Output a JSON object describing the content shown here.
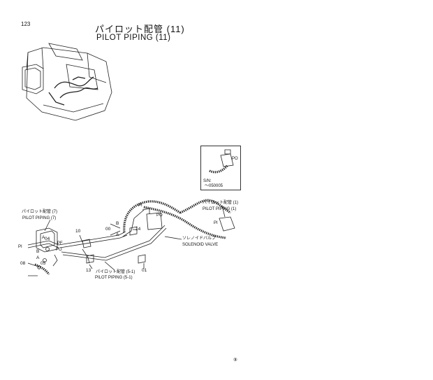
{
  "page": {
    "number": "123",
    "footer_mark": "⑨"
  },
  "title": {
    "japanese": "パイロット配管 (11)",
    "english": "PILOT PIPING (11)"
  },
  "inset": {
    "serial_label": "S/N:",
    "serial_value": "～050005"
  },
  "callouts": [
    {
      "id": "left-ref-jp",
      "text": "パイロット配管 (7)"
    },
    {
      "id": "left-ref-en",
      "text": "PILOT PIPING (7)"
    },
    {
      "id": "right-ref-jp",
      "text": "パイロット配管 (1)"
    },
    {
      "id": "right-ref-en",
      "text": "PILOT PIPING (1)"
    },
    {
      "id": "bottom-ref-jp",
      "text": "パイロット配管 (5-1)"
    },
    {
      "id": "bottom-ref-en",
      "text": "PILOT PIPING (5-1)"
    },
    {
      "id": "valve-jp",
      "text": "ソレノイドバルブ"
    },
    {
      "id": "valve-en",
      "text": "SOLENOID VALVE"
    }
  ],
  "part_numbers": [
    {
      "id": "n10",
      "text": "10"
    },
    {
      "id": "n14",
      "text": "14"
    },
    {
      "id": "n00",
      "text": "00"
    },
    {
      "id": "n04",
      "text": "04"
    },
    {
      "id": "n08",
      "text": "08"
    },
    {
      "id": "n05",
      "text": "05"
    },
    {
      "id": "n13",
      "text": "13"
    },
    {
      "id": "n01",
      "text": "01"
    }
  ],
  "connector_labels": [
    {
      "id": "B-top",
      "text": "B"
    },
    {
      "id": "A-top",
      "text": "A"
    },
    {
      "id": "A-left",
      "text": "A"
    },
    {
      "id": "B-left",
      "text": "B"
    },
    {
      "id": "A-left2",
      "text": "A"
    },
    {
      "id": "PI-left",
      "text": "PI"
    },
    {
      "id": "PF-left",
      "text": "PF"
    },
    {
      "id": "PO-left",
      "text": "PO"
    },
    {
      "id": "PI-valve",
      "text": "PI"
    },
    {
      "id": "PO-valve",
      "text": "PO"
    },
    {
      "id": "PI-right",
      "text": "PI"
    },
    {
      "id": "PO-inset",
      "text": "PO"
    }
  ]
}
